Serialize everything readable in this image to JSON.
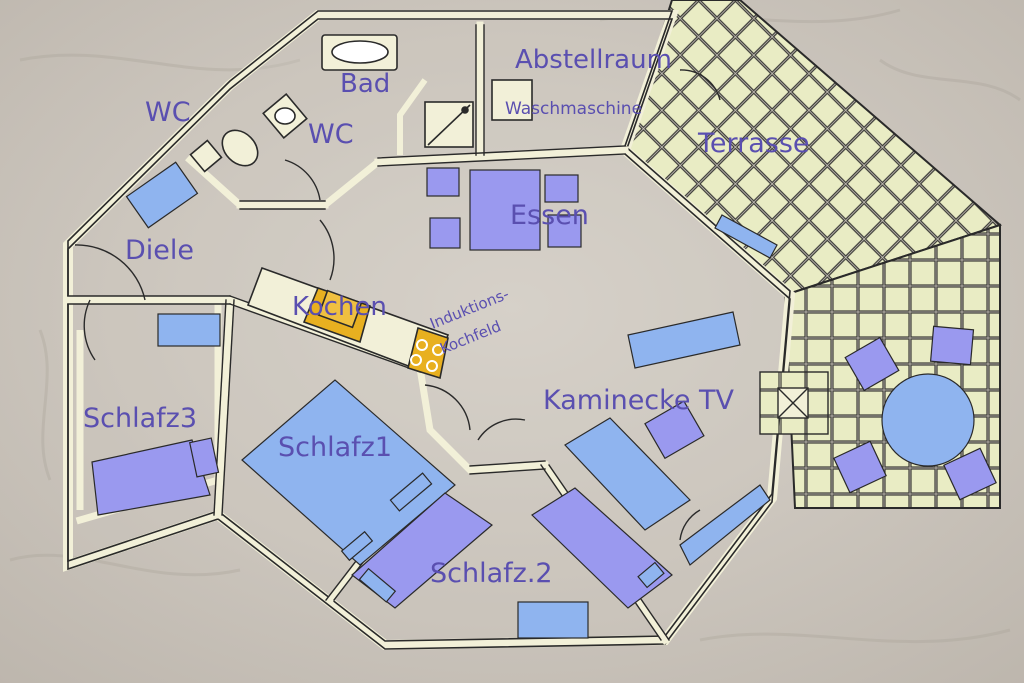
{
  "floorplan": {
    "labels": {
      "bad": "Bad",
      "abstellraum": "Abstellraum",
      "waschmaschine": "Waschmaschine",
      "wc1": "WC",
      "wc2": "WC",
      "terrasse": "Terrasse",
      "diele": "Diele",
      "essen": "Essen",
      "kochen": "Kochen",
      "induktion_line1": "Induktions-",
      "induktion_line2": "Kochfeld",
      "kaminecke": "Kaminecke TV",
      "schlafz3": "Schlafz3",
      "schlafz1": "Schlafz1",
      "schlafz2": "Schlafz.2"
    },
    "colors": {
      "label_text": "#5a4fb0",
      "furniture_violet": "#9a99ef",
      "furniture_blue": "#8fb4ef",
      "wall_fill": "#f2f0d8",
      "wall_line": "#2a2a2a",
      "terrace_tile": "#e9ecc4",
      "kitchen_highlight": "#e8b020",
      "sand": "#cfc9c1"
    }
  }
}
